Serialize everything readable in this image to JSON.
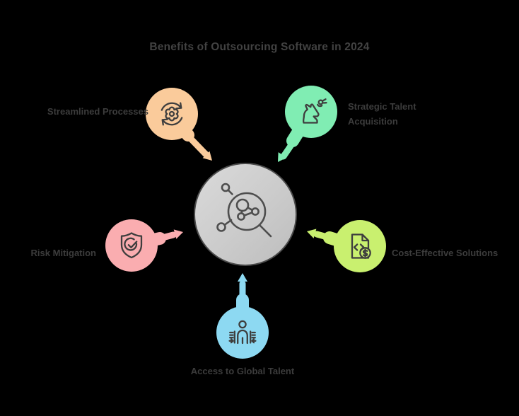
{
  "title": "Benefits of Outsourcing Software in 2024",
  "colors": {
    "background": "#000000",
    "title_text": "#424242",
    "label_text": "#3c3c3c",
    "hub_fill_light": "#dadada",
    "hub_fill_dark": "#bdbdbd",
    "hub_border": "#4a4a4a",
    "icon_stroke": "#3e3e3e"
  },
  "center": {
    "icon": "magnifier-molecule-icon"
  },
  "nodes": {
    "process": {
      "label": "Streamlined Processes",
      "color": "#FACB9B",
      "icon": "gear-refresh-icon"
    },
    "strategy": {
      "label_line1": "Strategic Talent",
      "label_line2": "Acquisition",
      "color": "#80EDB3",
      "icon": "chess-knight-icon"
    },
    "risk": {
      "label": "Risk Mitigation",
      "color": "#FAADB0",
      "icon": "shield-check-icon"
    },
    "cost": {
      "label": "Cost-Effective Solutions",
      "color": "#C9F06F",
      "icon": "code-document-dollar-icon"
    },
    "talent": {
      "label": "Access to Global Talent",
      "color": "#8DD9F2",
      "icon": "person-integration-icon"
    }
  }
}
